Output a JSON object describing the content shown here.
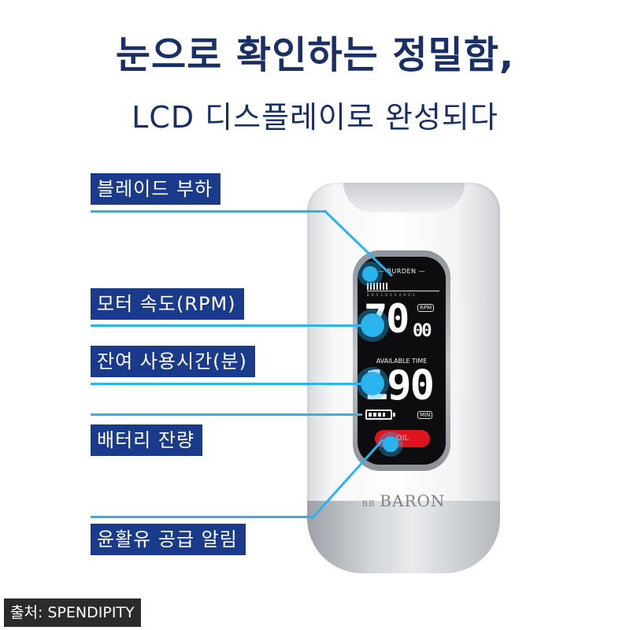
{
  "headline": "눈으로 확인하는 정밀함,",
  "subheadline": "LCD 디스플레이로 완성되다",
  "callouts": [
    "블레이드 부하",
    "모터 속도(RPM)",
    "잔여 사용시간(분)",
    "배터리 잔량",
    "윤활유 공급 알림"
  ],
  "lcd": {
    "burden_label": "BURDEN",
    "scale_ticks": "0  0.5  1.0  1.5  2.0  2.5",
    "rpm_unit": "RPM",
    "rpm_value": "70",
    "rpm_small": "00",
    "available_label": "AVAILABLE TIME",
    "time_value": "190",
    "time_unit": "MIN",
    "battery_level": 0.8,
    "oil_label": "OIL"
  },
  "brand": "BARON",
  "brand_mark": "BB",
  "source": "출처: SPENDIPITY",
  "colors": {
    "title": "#1a2f66",
    "label_bg": "#1a3a8c",
    "callout_line": "#2bb3f0",
    "oil_alert": "#e0141f"
  }
}
